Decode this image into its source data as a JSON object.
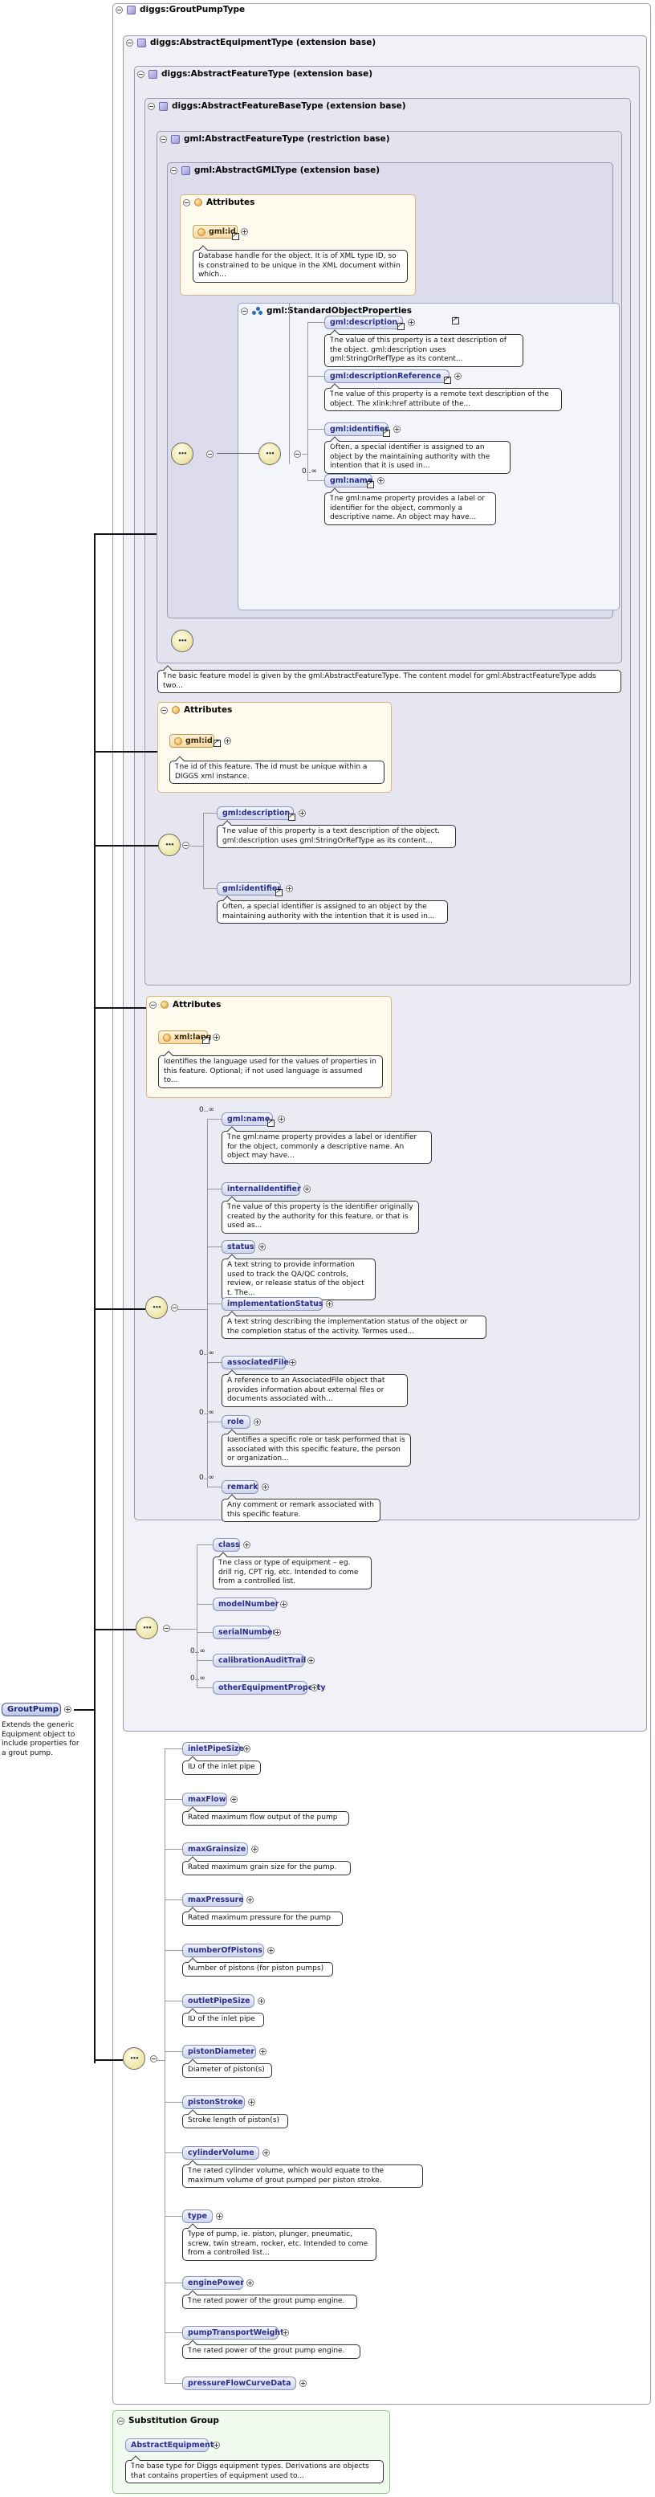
{
  "root": {
    "name": "GroutPump",
    "doc": "Extends the generic Equipment object to include properties for a grout pump."
  },
  "types": {
    "outer": "diggs:GroutPumpType",
    "equipment": "diggs:AbstractEquipmentType (extension base)",
    "feature": "diggs:AbstractFeatureType (extension base)",
    "featureBase": "diggs:AbstractFeatureBaseType (extension base)",
    "gmlFeature": "gml:AbstractFeatureType (restriction base)",
    "gmlGML": "gml:AbstractGMLType (extension base)",
    "gmlStd": "gml:StandardObjectProperties"
  },
  "attributes_label": "Attributes",
  "gml_attr": {
    "name": "gml:id",
    "doc": "Database handle for the object. It is of XML type ID, so is constrained to be unique in the XML document within which..."
  },
  "gml_props": [
    {
      "name": "gml:description",
      "doc": "The value of this property is a text description of the object. gml:description uses gml:StringOrRefType as its content..."
    },
    {
      "name": "gml:descriptionReference",
      "doc": "The value of this property is a remote text description of the object. The xlink:href attribute of the..."
    },
    {
      "name": "gml:identifier",
      "doc": "Often, a special identifier is assigned to an object by the maintaining authority with the intention that it is used in..."
    },
    {
      "name": "gml:name",
      "card": "0..∞",
      "doc": "The gml:name property provides a label or identifier for the object, commonly a descriptive name. An object may have..."
    }
  ],
  "base_doc": "The basic feature model is given by the gml:AbstractFeatureType. The content model for gml:AbstractFeatureType adds two...",
  "fb_attr": {
    "name": "gml:id",
    "doc": "The id of this feature. The id must be unique within a DIGGS xml instance."
  },
  "fb_props": [
    {
      "name": "gml:description",
      "doc": "The value of this property is a text description of the object. gml:description uses gml:StringOrRefType as its content..."
    },
    {
      "name": "gml:identifier",
      "doc": "Often, a special identifier is assigned to an object by the maintaining authority with the intention that it is used in..."
    }
  ],
  "feat_attr": {
    "name": "xml:lang",
    "doc": "Identifies the language used for the values of properties in this feature. Optional; if not used language is assumed to..."
  },
  "feat_props": [
    {
      "name": "gml:name",
      "card": "0..∞",
      "doc": "The gml:name property provides a label or identifier for the object, commonly a descriptive name. An object may have..."
    },
    {
      "name": "internalIdentifier",
      "doc": "The value of this property is the identifier originally created by the authority for this feature, or that is used as..."
    },
    {
      "name": "status",
      "doc": "A text string to provide information used to track the QA/QC controls, review, or release status of the object t. The..."
    },
    {
      "name": "implementationStatus",
      "doc": "A text string describing the implementation status of the object or the completion status of the activity. Termes used..."
    },
    {
      "name": "associatedFile",
      "card": "0..∞",
      "doc": "A reference to an AssociatedFile object that provides information about external files or documents associated with..."
    },
    {
      "name": "role",
      "card": "0..∞",
      "doc": "Identifies a specific role or task performed that is associated with this specific feature, the person or organization..."
    },
    {
      "name": "remark",
      "card": "0..∞",
      "doc": "Any comment or remark associated with this specific feature."
    }
  ],
  "equip_props": [
    {
      "name": "class",
      "doc": "The class or type of equipment – eg. drill rig, CPT rig, etc. Intended to come from a controlled list."
    },
    {
      "name": "modelNumber"
    },
    {
      "name": "serialNumber"
    },
    {
      "name": "calibrationAuditTrail",
      "card": "0..∞"
    },
    {
      "name": "otherEquipmentProperty",
      "card": "0..∞"
    }
  ],
  "pump_props": [
    {
      "name": "inletPipeSize",
      "doc": "ID of the inlet pipe"
    },
    {
      "name": "maxFlow",
      "doc": "Rated maximum flow output of the pump"
    },
    {
      "name": "maxGrainsize",
      "doc": "Rated maximum grain size for the pump."
    },
    {
      "name": "maxPressure",
      "doc": "Rated maximum pressure for the pump"
    },
    {
      "name": "numberOfPistons",
      "doc": "Number of pistons (for piston pumps)"
    },
    {
      "name": "outletPipeSize",
      "doc": "ID of the inlet pipe"
    },
    {
      "name": "pistonDiameter",
      "doc": "Diameter of piston(s)"
    },
    {
      "name": "pistonStroke",
      "doc": "Stroke length of piston(s)"
    },
    {
      "name": "cylinderVolume",
      "doc": "The rated cylinder volume, which would equate to the maximum volume of grout pumped per piston stroke."
    },
    {
      "name": "type",
      "doc": "Type of pump, ie. piston, plunger, pneumatic, screw, twin stream, rocker, etc. Intended to come from a controlled list..."
    },
    {
      "name": "enginePower",
      "doc": "The rated power of the grout pump engine."
    },
    {
      "name": "pumpTransportWeight",
      "doc": "The rated power of the grout pump engine."
    },
    {
      "name": "pressureFlowCurveData"
    }
  ],
  "subst": {
    "title": "Substitution Group",
    "name": "AbstractEquipment",
    "doc": "The base type for Diggs equipment types. Derivations are objects that contains properties of equipment used to..."
  }
}
